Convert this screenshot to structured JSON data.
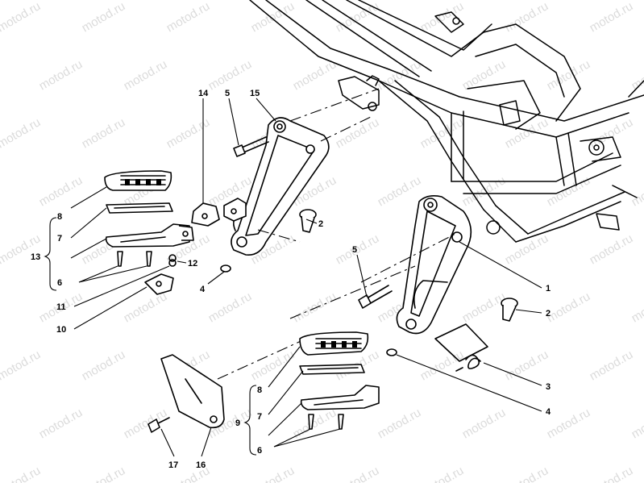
{
  "watermark": "motod.ru",
  "callouts": {
    "c1": "1",
    "c2a": "2",
    "c2b": "2",
    "c3": "3",
    "c4a": "4",
    "c4b": "4",
    "c5a": "5",
    "c5b": "5",
    "c6a": "6",
    "c6b": "6",
    "c7a": "7",
    "c7b": "7",
    "c8a": "8",
    "c8b": "8",
    "c9": "9",
    "c10": "10",
    "c11": "11",
    "c12": "12",
    "c13": "13",
    "c14": "14",
    "c15": "15",
    "c16": "16",
    "c17": "17"
  }
}
